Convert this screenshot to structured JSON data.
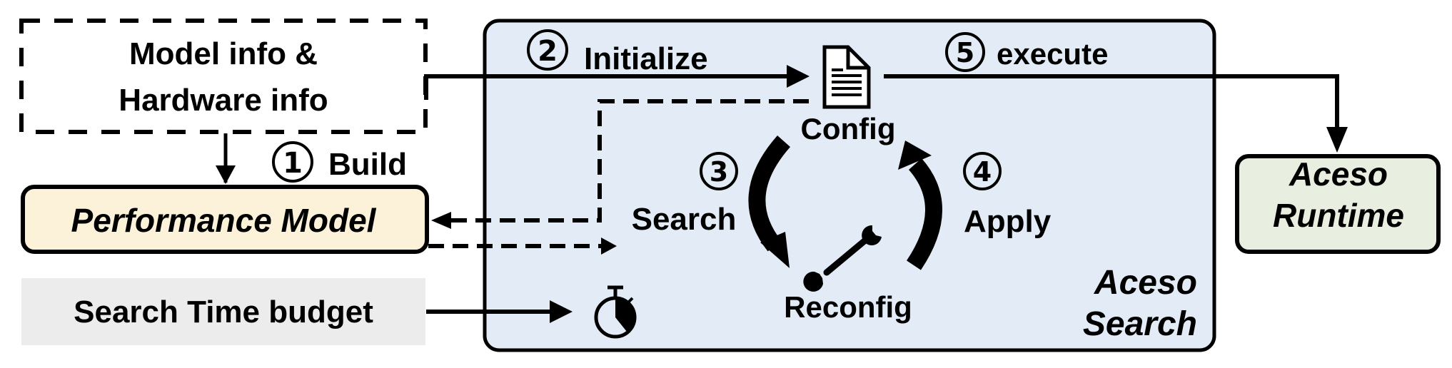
{
  "diagram": {
    "nodes": {
      "inputs": {
        "line1": "Model info &",
        "line2": "Hardware info",
        "style": "dashed"
      },
      "performance_model": {
        "label": "Performance Model",
        "fill": "#fbf2d9"
      },
      "search_time_budget": {
        "label": "Search Time budget",
        "fill": "#ececec"
      },
      "aceso_search": {
        "line1": "Aceso",
        "line2": "Search",
        "fill": "#e3ecf6"
      },
      "aceso_runtime": {
        "line1": "Aceso",
        "line2": "Runtime",
        "fill": "#e8efe0"
      },
      "config": {
        "label": "Config",
        "icon": "document-icon"
      },
      "reconfig": {
        "label": "Reconfig",
        "icon": "wrench-icon"
      },
      "timer": {
        "icon": "stopwatch-icon"
      }
    },
    "steps": [
      {
        "number": "1",
        "label": "Build"
      },
      {
        "number": "2",
        "label": "Initialize"
      },
      {
        "number": "3",
        "label": "Search"
      },
      {
        "number": "4",
        "label": "Apply"
      },
      {
        "number": "5",
        "label": "execute"
      }
    ],
    "edges": [
      {
        "from": "inputs",
        "to": "performance_model",
        "style": "solid",
        "step": "1"
      },
      {
        "from": "inputs",
        "to": "config",
        "style": "solid",
        "step": "2"
      },
      {
        "from": "config",
        "to": "performance_model",
        "style": "dashed"
      },
      {
        "from": "performance_model",
        "to": "search",
        "style": "dashed"
      },
      {
        "from": "config",
        "to": "reconfig",
        "style": "curved",
        "step": "3"
      },
      {
        "from": "reconfig",
        "to": "config",
        "style": "curved",
        "step": "4"
      },
      {
        "from": "config",
        "to": "aceso_runtime",
        "style": "solid",
        "step": "5"
      },
      {
        "from": "search_time_budget",
        "to": "timer",
        "style": "solid"
      }
    ]
  }
}
